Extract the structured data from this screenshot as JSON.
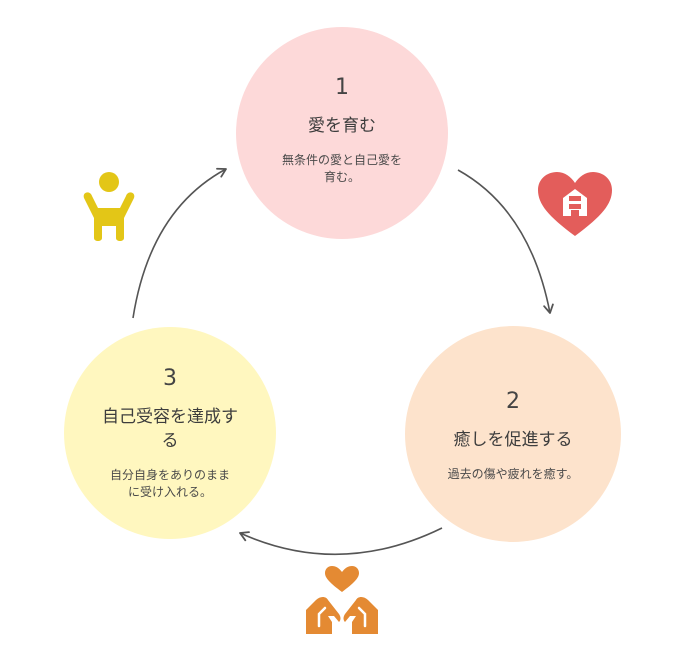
{
  "nodes": [
    {
      "number": "1",
      "title": "愛を育む",
      "desc_line1": "無条件の愛と自己愛を",
      "desc_line2": "育む。",
      "color": "#fdd9d9"
    },
    {
      "number": "2",
      "title": "癒しを促進する",
      "desc_line1": "過去の傷や疲れを癒す。",
      "color": "#fde3cc"
    },
    {
      "number": "3",
      "title_line1": "自己受容を達成す",
      "title_line2": "る",
      "desc_line1": "自分自身をありのまま",
      "desc_line2": "に受け入れる。",
      "color": "#fff7bf"
    }
  ],
  "icons": {
    "person": {
      "name": "raised-arms-person-icon",
      "color": "#e3c617"
    },
    "heart_home": {
      "name": "heart-home-icon",
      "color": "#e35d5b"
    },
    "hands_heart": {
      "name": "hands-holding-heart-icon",
      "color": "#e48a33"
    }
  },
  "arrow_color": "#555555"
}
